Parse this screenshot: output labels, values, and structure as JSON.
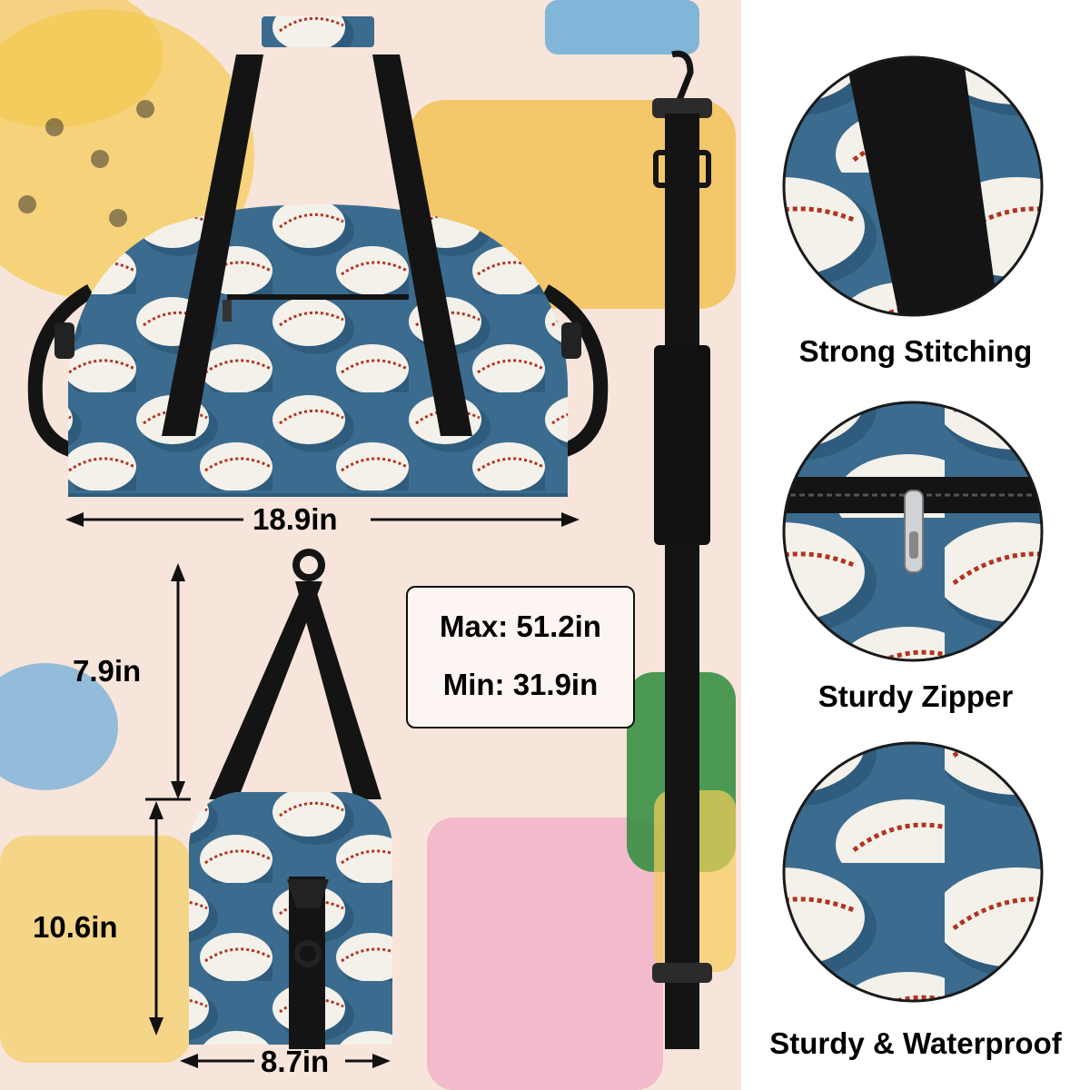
{
  "dimensions": {
    "length": "18.9in",
    "handle_drop": "7.9in",
    "height": "10.6in",
    "width": "8.7in"
  },
  "strap_length": {
    "max": "Max: 51.2in",
    "min": "Min: 31.9in"
  },
  "features": [
    {
      "label": "Strong Stitching",
      "icon": "stitching-closeup"
    },
    {
      "label": "Sturdy Zipper",
      "icon": "zipper-closeup"
    },
    {
      "label": "Sturdy & Waterproof",
      "icon": "fabric-closeup"
    }
  ],
  "colors": {
    "bag_blue": "#3b6c8f",
    "strap_black": "#141414",
    "baseball_white": "#f3f1ea",
    "stitch_red": "#b3321f",
    "background": "#f7e4da"
  }
}
